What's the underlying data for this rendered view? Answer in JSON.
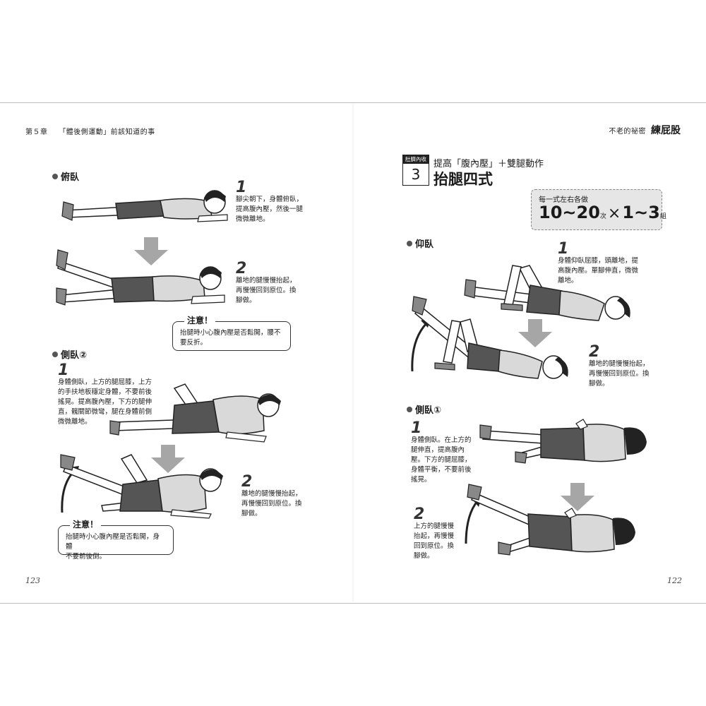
{
  "left_page": {
    "header": {
      "chapter": "第５章",
      "title": "「體後側運動」前該知道的事"
    },
    "page_number": "123",
    "sections": [
      {
        "heading": "俯臥",
        "steps": [
          {
            "number": "1",
            "text": [
              "腳尖朝下，身體俯臥，",
              "提高腹內壓，然後一腿",
              "微微離地。"
            ]
          },
          {
            "number": "2",
            "text": [
              "離地的腿慢慢抬起，",
              "再慢慢回到原位。換",
              "腳做。"
            ]
          }
        ],
        "note": {
          "title": "注意！",
          "text": [
            "抬腿時小心腹內壓是否鬆開，腰不",
            "要反折。"
          ]
        }
      },
      {
        "heading": "側臥②",
        "steps": [
          {
            "number": "1",
            "text": [
              "身體側臥，上方的腿屈膝，上方",
              "的手扶地板穩定身體，不要前後",
              "搖晃。提高腹內壓，下方的腿伸",
              "直，髖關節微彎，腿在身體前側",
              "微微離地。"
            ]
          },
          {
            "number": "2",
            "text": [
              "離地的腿慢慢抬起，",
              "再慢慢回到原位。換",
              "腳做。"
            ]
          }
        ],
        "note": {
          "title": "注意！",
          "text": [
            "抬腿時小心腹內壓是否鬆開，身體",
            "不要前後倒。"
          ]
        }
      }
    ]
  },
  "right_page": {
    "header": {
      "small": "不老的祕密",
      "big": "練屁股"
    },
    "page_number": "122",
    "badge": {
      "label": "肚臍內收",
      "number": "3"
    },
    "title": {
      "subtitle": "提高「腹內壓」＋雙腿動作",
      "main": "抬腿四式"
    },
    "reps": {
      "caption": "每一式左右各做",
      "range": "10~20",
      "times_unit": "次",
      "cross": "×",
      "sets": "1~3",
      "sets_unit": "組"
    },
    "sections": [
      {
        "heading": "仰臥",
        "steps": [
          {
            "number": "1",
            "text": [
              "身體仰臥屈膝，頭離地，提",
              "高腹內壓。單腳伸直，微微",
              "離地。"
            ]
          },
          {
            "number": "2",
            "text": [
              "離地的腿慢慢抬起，",
              "再慢慢回到原位。換",
              "腳做。"
            ]
          }
        ]
      },
      {
        "heading": "側臥①",
        "steps": [
          {
            "number": "1",
            "text": [
              "身體側臥。在上方的",
              "腿伸直，提高腹內",
              "壓。下方的腿屈膝，",
              "身體平衡，不要前後",
              "搖晃。"
            ]
          },
          {
            "number": "2",
            "text": [
              "上方的腿慢慢",
              "抬起，再慢慢",
              "回到原位。換",
              "腳做。"
            ]
          }
        ]
      }
    ]
  },
  "icons": [
    "down-arrow-icon",
    "curved-up-arrow-icon",
    "exercise-figure-illustration"
  ],
  "colors": {
    "arrow_gray": "#a6a6a6",
    "shirt_gray": "#d9d9d9",
    "shorts_dark": "#555555",
    "reps_box": "#e6e6e6"
  }
}
